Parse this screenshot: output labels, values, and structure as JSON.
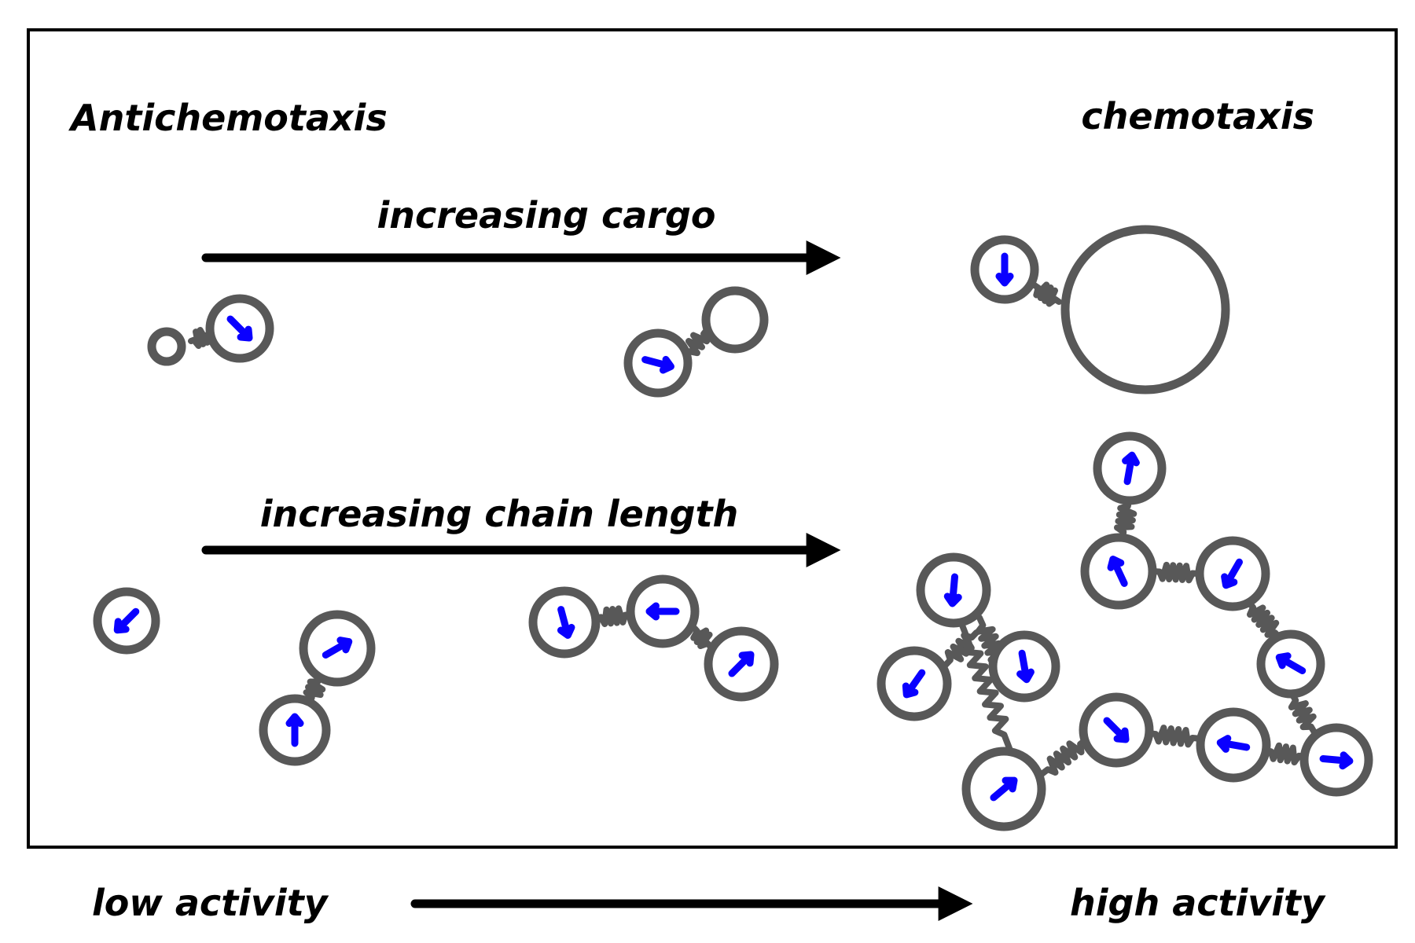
{
  "labels": {
    "left_title": "Antichemotaxis",
    "right_title": "chemotaxis",
    "arrow_cargo": "increasing cargo",
    "arrow_chain": "increasing chain length",
    "bottom_left": "low activity",
    "bottom_right": "high activity"
  },
  "colors": {
    "particle": "#585858",
    "orientation_arrow": "#0a00ff",
    "frame": "#000000"
  },
  "icons": {
    "particle": "active-particle-icon",
    "cargo": "cargo-sphere-icon",
    "link": "spring-link-icon"
  }
}
